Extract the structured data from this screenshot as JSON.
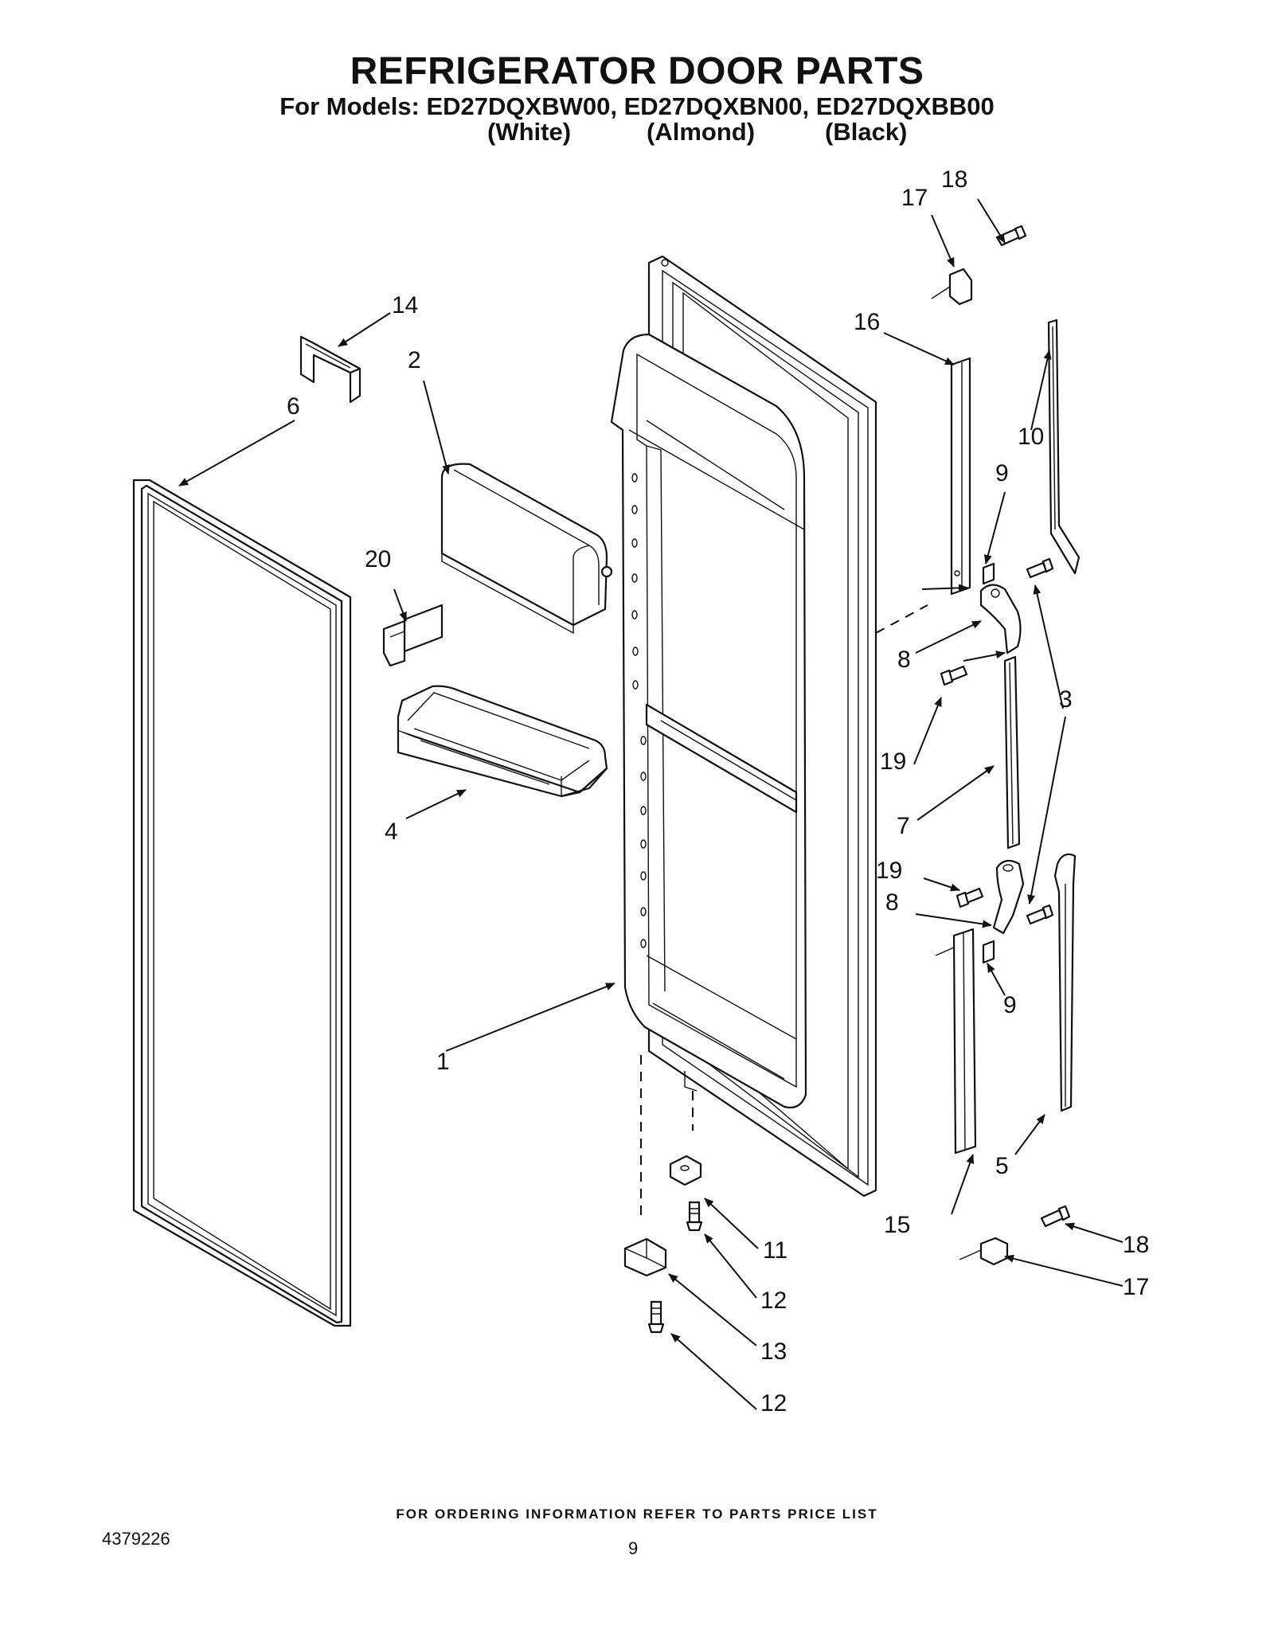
{
  "header": {
    "title": "REFRIGERATOR DOOR PARTS",
    "models_line": "For Models: ED27DQXBW00, ED27DQXBN00, ED27DQXBB00",
    "colors": [
      "(White)",
      "(Almond)",
      "(Black)"
    ]
  },
  "callouts": {
    "c1": "1",
    "c2": "2",
    "c3": "3",
    "c4": "4",
    "c5": "5",
    "c6": "6",
    "c7": "7",
    "c8a": "8",
    "c8b": "8",
    "c9a": "9",
    "c9b": "9",
    "c10": "10",
    "c11": "11",
    "c12a": "12",
    "c12b": "12",
    "c13": "13",
    "c14": "14",
    "c15": "15",
    "c16": "16",
    "c17a": "17",
    "c17b": "17",
    "c18a": "18",
    "c18b": "18",
    "c19a": "19",
    "c19b": "19",
    "c20": "20"
  },
  "footer": {
    "note": "FOR ORDERING INFORMATION REFER TO PARTS PRICE LIST",
    "doc_number": "4379226",
    "page": "9"
  }
}
